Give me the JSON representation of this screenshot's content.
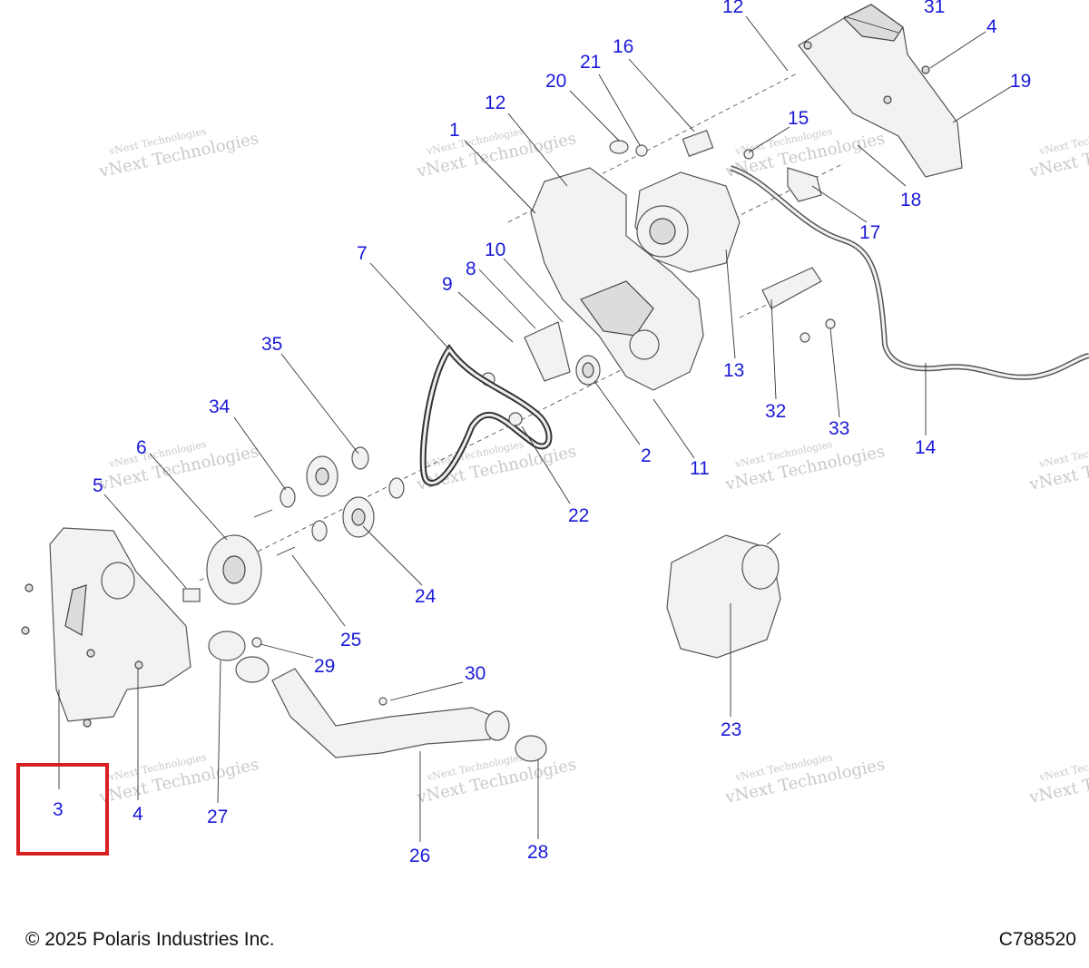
{
  "footer": {
    "copyright": "© 2025 Polaris Industries Inc.",
    "drawing_number": "C788520"
  },
  "watermark": {
    "line1": "vNext Technologies",
    "line2": "vNext Technologies"
  },
  "highlight": {
    "color": "#d92020",
    "callout": "3"
  },
  "colors": {
    "callout_text": "#1a1ad8",
    "watermark": "#c9c9c9",
    "highlight": "#d92020"
  },
  "callouts": [
    {
      "id": "1",
      "label": "1"
    },
    {
      "id": "2",
      "label": "2"
    },
    {
      "id": "3",
      "label": "3"
    },
    {
      "id": "4a",
      "label": "4"
    },
    {
      "id": "4b",
      "label": "4"
    },
    {
      "id": "5",
      "label": "5"
    },
    {
      "id": "6",
      "label": "6"
    },
    {
      "id": "7",
      "label": "7"
    },
    {
      "id": "8",
      "label": "8"
    },
    {
      "id": "9",
      "label": "9"
    },
    {
      "id": "10",
      "label": "10"
    },
    {
      "id": "11",
      "label": "11"
    },
    {
      "id": "12a",
      "label": "12"
    },
    {
      "id": "12b",
      "label": "12"
    },
    {
      "id": "13",
      "label": "13"
    },
    {
      "id": "14",
      "label": "14"
    },
    {
      "id": "15",
      "label": "15"
    },
    {
      "id": "16",
      "label": "16"
    },
    {
      "id": "17",
      "label": "17"
    },
    {
      "id": "18",
      "label": "18"
    },
    {
      "id": "19",
      "label": "19"
    },
    {
      "id": "20",
      "label": "20"
    },
    {
      "id": "21",
      "label": "21"
    },
    {
      "id": "22",
      "label": "22"
    },
    {
      "id": "23",
      "label": "23"
    },
    {
      "id": "24",
      "label": "24"
    },
    {
      "id": "25",
      "label": "25"
    },
    {
      "id": "26",
      "label": "26"
    },
    {
      "id": "27",
      "label": "27"
    },
    {
      "id": "28",
      "label": "28"
    },
    {
      "id": "29",
      "label": "29"
    },
    {
      "id": "30",
      "label": "30"
    },
    {
      "id": "31",
      "label": "31"
    },
    {
      "id": "32",
      "label": "32"
    },
    {
      "id": "33",
      "label": "33"
    },
    {
      "id": "34",
      "label": "34"
    },
    {
      "id": "35",
      "label": "35"
    }
  ]
}
